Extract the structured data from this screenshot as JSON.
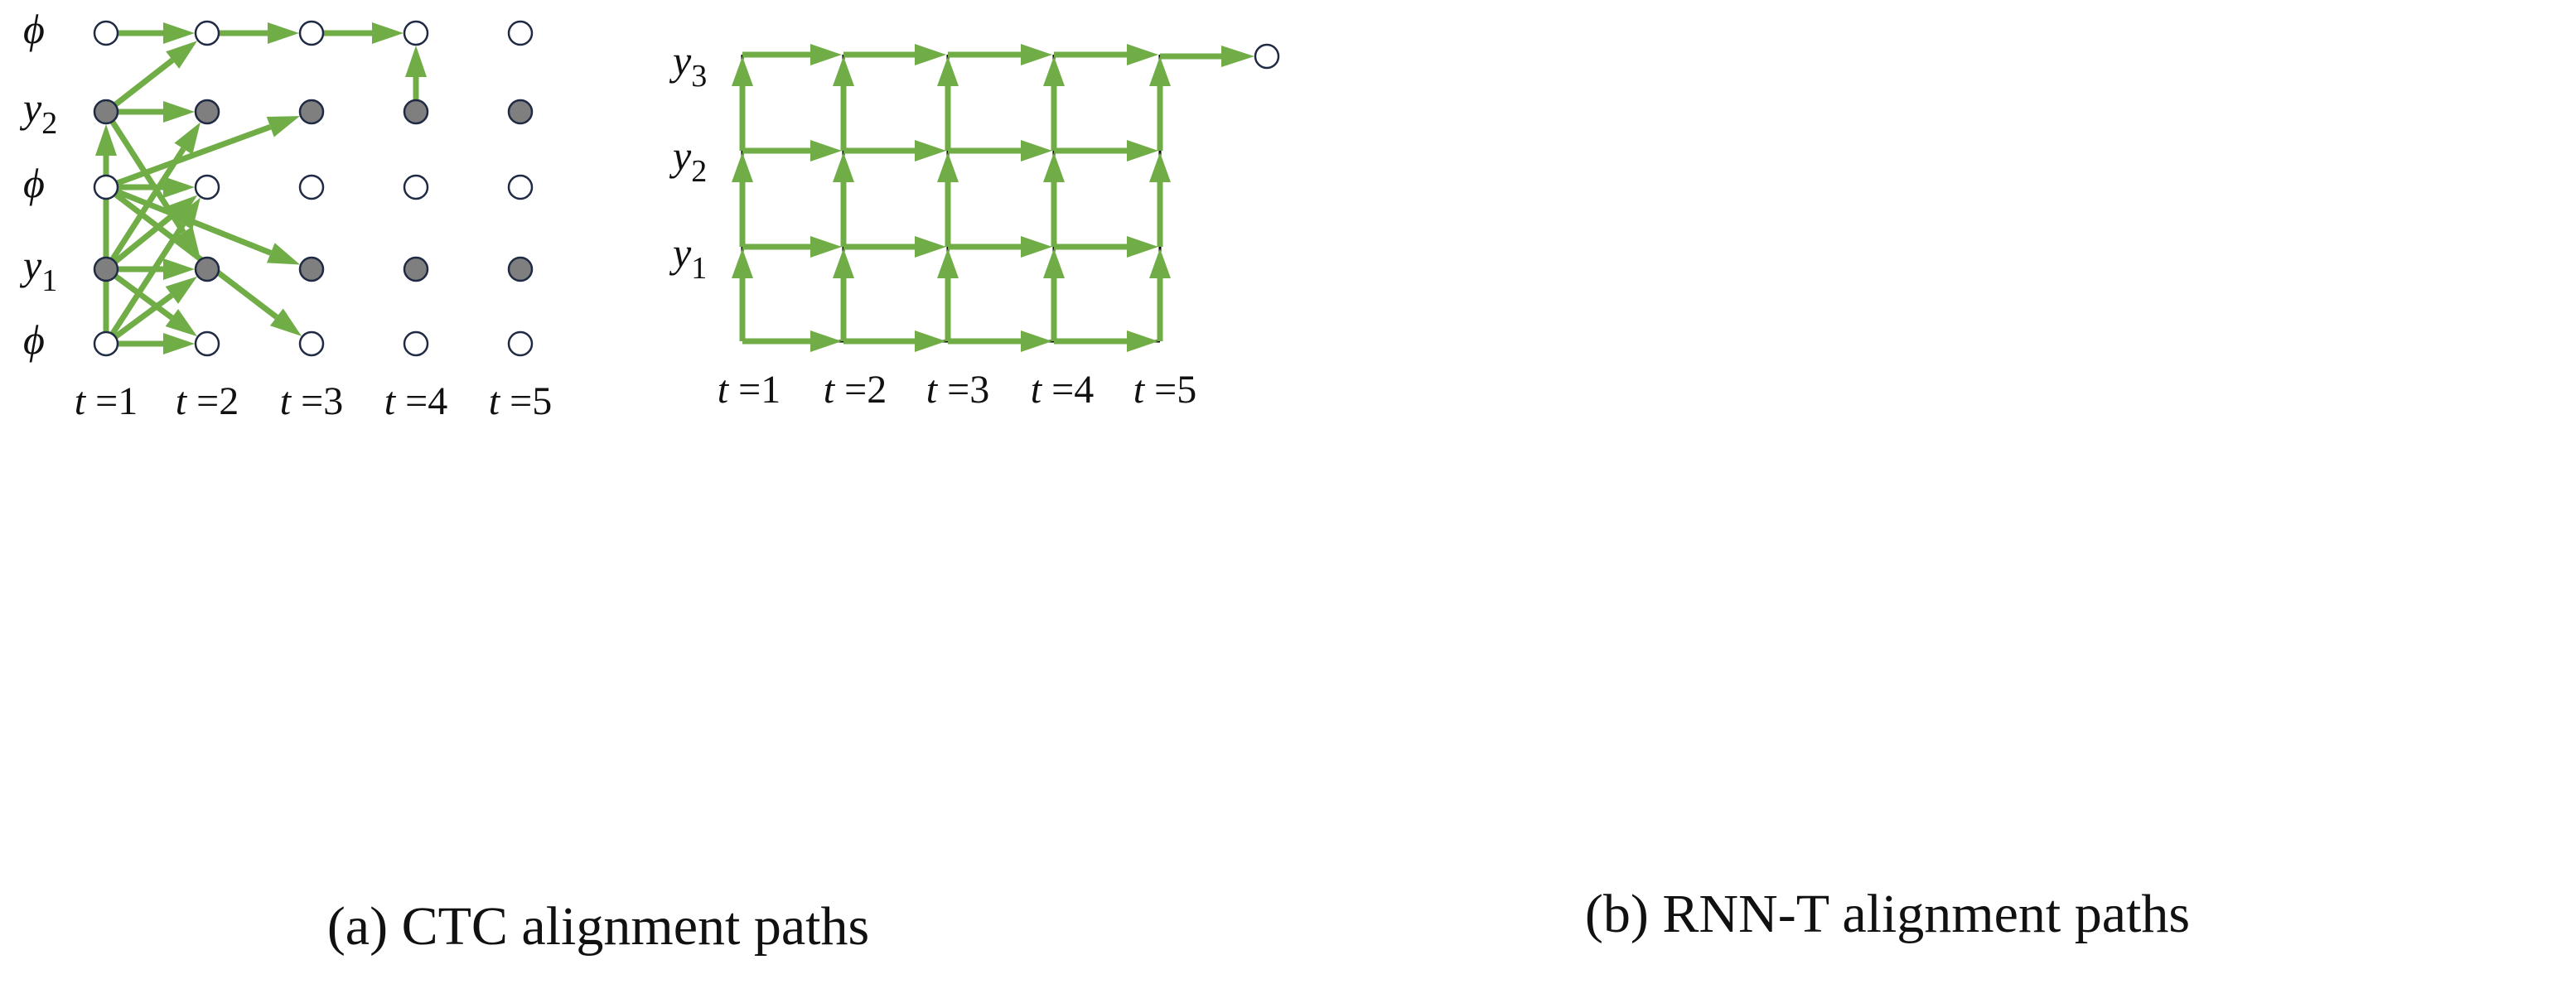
{
  "colors": {
    "arrow": "#70AD47",
    "node_blank_fill": "#FFFFFF",
    "node_label_fill": "#7F7F7F",
    "node_stroke": "#1F2A44",
    "grid_line": "#000000"
  },
  "ctc": {
    "caption": "(a) CTC alignment paths",
    "row_labels": [
      {
        "sym": "ϕ",
        "sub": ""
      },
      {
        "sym": "y",
        "sub": "2"
      },
      {
        "sym": "ϕ",
        "sub": ""
      },
      {
        "sym": "y",
        "sub": "1"
      },
      {
        "sym": "ϕ",
        "sub": ""
      }
    ],
    "time_labels": [
      {
        "var": "t",
        "eq": " =1"
      },
      {
        "var": "t",
        "eq": " =2"
      },
      {
        "var": "t",
        "eq": " =3"
      },
      {
        "var": "t",
        "eq": " =4"
      },
      {
        "var": "t",
        "eq": " =5"
      }
    ],
    "row_kinds": [
      "blank",
      "label",
      "blank",
      "label",
      "blank"
    ],
    "edges": [
      [
        [
          1,
          4
        ],
        [
          1,
          1
        ]
      ],
      [
        [
          1,
          4
        ],
        [
          2,
          3
        ]
      ],
      [
        [
          1,
          4
        ],
        [
          2,
          2
        ]
      ],
      [
        [
          1,
          4
        ],
        [
          2,
          4
        ]
      ],
      [
        [
          1,
          3
        ],
        [
          2,
          4
        ]
      ],
      [
        [
          1,
          3
        ],
        [
          2,
          3
        ]
      ],
      [
        [
          1,
          3
        ],
        [
          2,
          2
        ]
      ],
      [
        [
          1,
          3
        ],
        [
          2,
          1
        ]
      ],
      [
        [
          1,
          2
        ],
        [
          2,
          2
        ]
      ],
      [
        [
          1,
          2
        ],
        [
          3,
          3
        ]
      ],
      [
        [
          1,
          2
        ],
        [
          3,
          1
        ]
      ],
      [
        [
          1,
          1
        ],
        [
          2,
          3
        ]
      ],
      [
        [
          1,
          2
        ],
        [
          3,
          4
        ]
      ],
      [
        [
          1,
          1
        ],
        [
          2,
          1
        ]
      ],
      [
        [
          1,
          1
        ],
        [
          2,
          0
        ]
      ],
      [
        [
          1,
          0
        ],
        [
          2,
          0
        ]
      ],
      [
        [
          2,
          0
        ],
        [
          3,
          0
        ]
      ],
      [
        [
          3,
          0
        ],
        [
          4,
          0
        ]
      ],
      [
        [
          4,
          1
        ],
        [
          4,
          0
        ]
      ]
    ]
  },
  "rnnt": {
    "caption": "(b) RNN-T alignment paths",
    "row_labels": [
      {
        "sym": "y",
        "sub": "3"
      },
      {
        "sym": "y",
        "sub": "2"
      },
      {
        "sym": "y",
        "sub": "1"
      }
    ],
    "time_labels": [
      {
        "var": "t",
        "eq": " =1"
      },
      {
        "var": "t",
        "eq": " =2"
      },
      {
        "var": "t",
        "eq": " =3"
      },
      {
        "var": "t",
        "eq": " =4"
      },
      {
        "var": "t",
        "eq": " =5"
      }
    ]
  }
}
